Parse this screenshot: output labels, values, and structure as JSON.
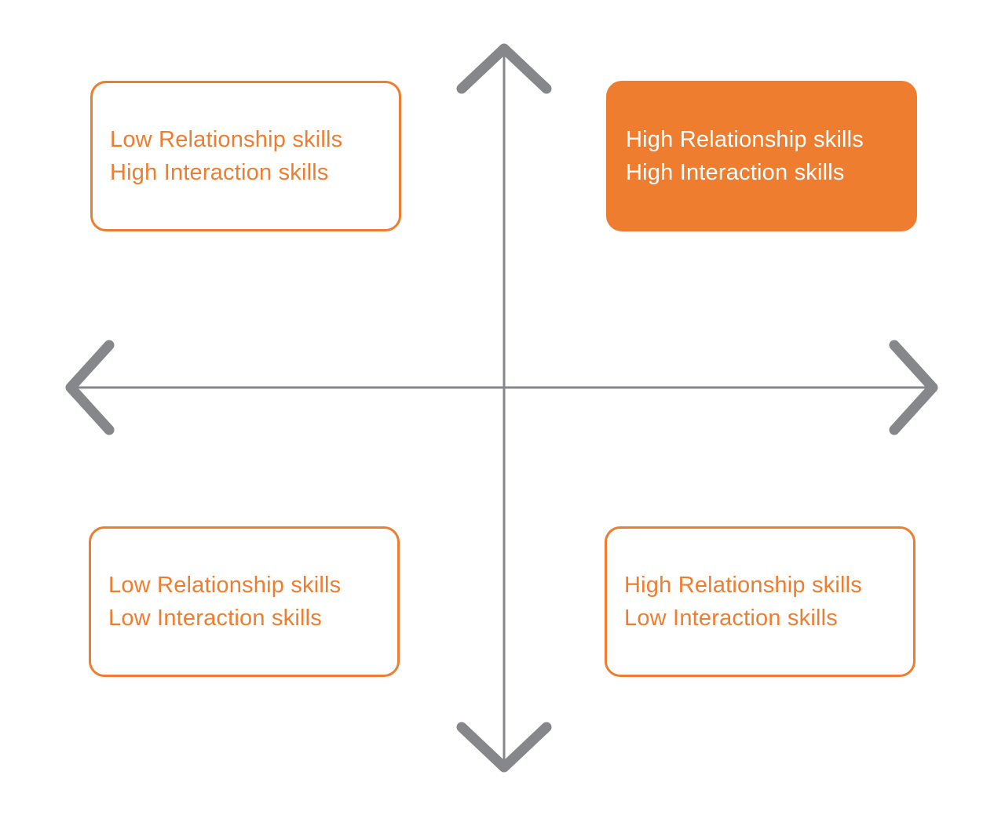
{
  "diagram": {
    "type": "quadrant-matrix",
    "quadrants": {
      "top_left": {
        "line1": "Low Relationship skills",
        "line2": "High Interaction skills",
        "style": "outlined"
      },
      "top_right": {
        "line1": "High Relationship skills",
        "line2": "High Interaction skills",
        "style": "filled"
      },
      "bottom_left": {
        "line1": "Low Relationship skills",
        "line2": "Low Interaction skills",
        "style": "outlined"
      },
      "bottom_right": {
        "line1": "High Relationship skills",
        "line2": "Low Interaction skills",
        "style": "outlined"
      }
    },
    "axes": {
      "vertical_axis": "double-arrow (up/down)",
      "horizontal_axis": "double-arrow (left/right)"
    }
  },
  "colors": {
    "orange": "#EF7D30",
    "gray": "#85878A",
    "filled_box_text": "#FFFFFF",
    "background": "#FFFFFF"
  }
}
